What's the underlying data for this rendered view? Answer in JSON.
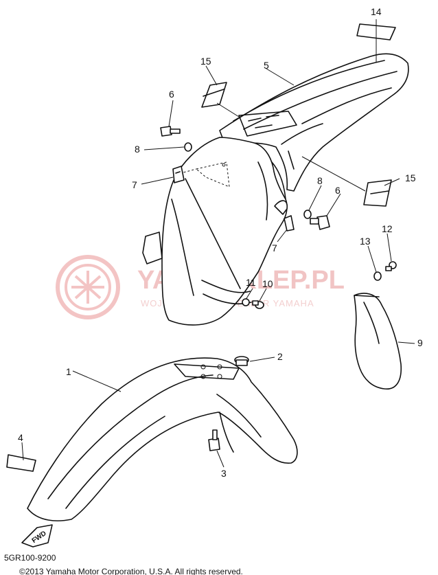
{
  "diagram_code": "5GR100-9200",
  "copyright": "©2013 Yamaha Motor Corporation, U.S.A. All rights reserved.",
  "watermark": {
    "title": "YAMA-SKLEP.PL",
    "subtitle": "WOJCIECHOWSKI DEALER YAMAHA"
  },
  "fwd_label": "FWD",
  "callouts": [
    "1",
    "2",
    "3",
    "4",
    "5",
    "6",
    "7",
    "8",
    "9",
    "10",
    "11",
    "12",
    "13",
    "14",
    "15"
  ]
}
